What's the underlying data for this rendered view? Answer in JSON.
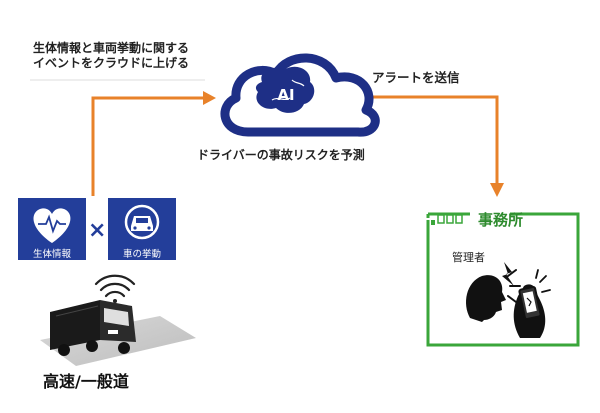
{
  "labels": {
    "upload_line1": "生体情報と車両挙動に関する",
    "upload_line2": "イベントをクラウドに上げる",
    "alert": "アラートを送信",
    "predict": "ドライバーの事故リスクを予測",
    "ai": "AI",
    "office": "事務所",
    "manager": "管理者",
    "vital": "生体情報",
    "vehicle": "車の挙動",
    "road": "高速/一般道"
  },
  "colors": {
    "arrow": "#e8822a",
    "cloud": "#1e2f86",
    "icon_bg": "#233e9a",
    "office_border": "#3aa63a",
    "office_title": "#2e8b2e"
  },
  "icons": {
    "cloud": "cloud-ai-icon",
    "heart": "heart-pulse-icon",
    "car": "car-front-icon",
    "signal": "wireless-signal-icon",
    "truck": "truck-icon",
    "person": "person-head-icon",
    "phone": "smartphone-icon"
  }
}
